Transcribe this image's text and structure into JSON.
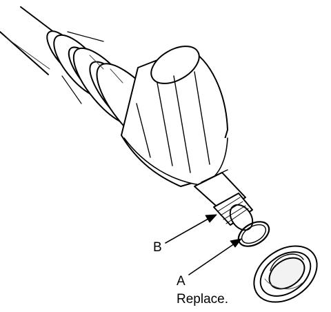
{
  "callouts": {
    "b": "B",
    "a": "A",
    "a_note": "Replace."
  }
}
